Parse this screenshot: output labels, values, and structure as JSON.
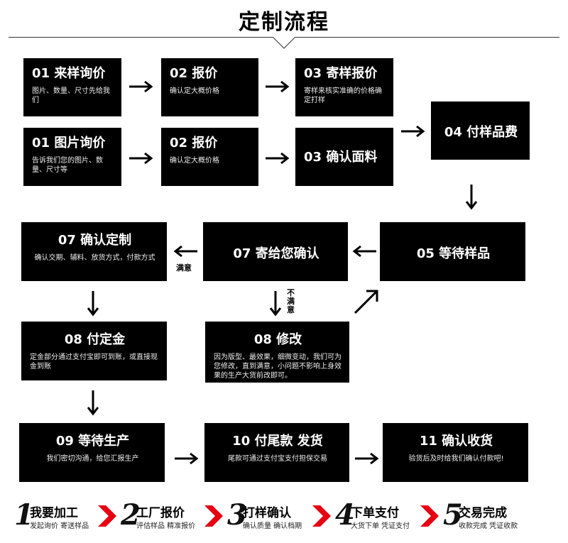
{
  "title": "定制流程",
  "boxes": {
    "b1": {
      "h": "01 来样询价",
      "d": "图片、数量、尺寸先给我们"
    },
    "b2": {
      "h": "02 报价",
      "d": "确认定大概价格"
    },
    "b3": {
      "h": "03 寄样报价",
      "d": "寄样来核实准确的价格确定打样"
    },
    "b4": {
      "h": "01 图片询价",
      "d": "告诉我们您的图片、数量、尺寸等"
    },
    "b5": {
      "h": "02 报价",
      "d": "确认定大概价格"
    },
    "b6": {
      "h": "03 确认面料"
    },
    "b7": {
      "h": "04 付样品费"
    },
    "b8": {
      "h": "05 等待样品"
    },
    "b9": {
      "h": "07 寄给您确认"
    },
    "b10": {
      "h": "07 确认定制",
      "d": "确认交期、辅料、放货方式，付款方式"
    },
    "b11": {
      "h": "08 付定金",
      "d": "定金部分通过支付宝即可到账，或直接现金到账"
    },
    "b12": {
      "h": "08 修改",
      "d": "因为版型、最效果，细微变动，我们可为您修改，直到满意，小问题不影响上身效果的生产大货前改即可。"
    },
    "b13": {
      "h": "09 等待生产",
      "d": "我们密切沟通，给您汇报生产"
    },
    "b14": {
      "h": "10  付尾款 发货",
      "d": "尾款可通过支付宝支付担保交易"
    },
    "b15": {
      "h": "11  确认收货",
      "d": "验货后及时给我们确认付款吧!"
    }
  },
  "labels": {
    "satisfied": "满意",
    "unsatisfied": [
      "不",
      "满",
      "意"
    ]
  },
  "steps": [
    {
      "num": "1",
      "title": "我要加工",
      "sub": "发起询价 寄送样品"
    },
    {
      "num": "2",
      "title": "工厂报价",
      "sub": "评估样品 精准报价"
    },
    {
      "num": "3",
      "title": "打样确认",
      "sub": "确认质量 确认档期"
    },
    {
      "num": "4",
      "title": "下单支付",
      "sub": "大货下单 凭证支付"
    },
    {
      "num": "5",
      "title": "交易完成",
      "sub": "收款完成 凭证收款"
    }
  ],
  "colors": {
    "box": "#000000",
    "chevron": "#e60012",
    "arrow": "#000000"
  }
}
